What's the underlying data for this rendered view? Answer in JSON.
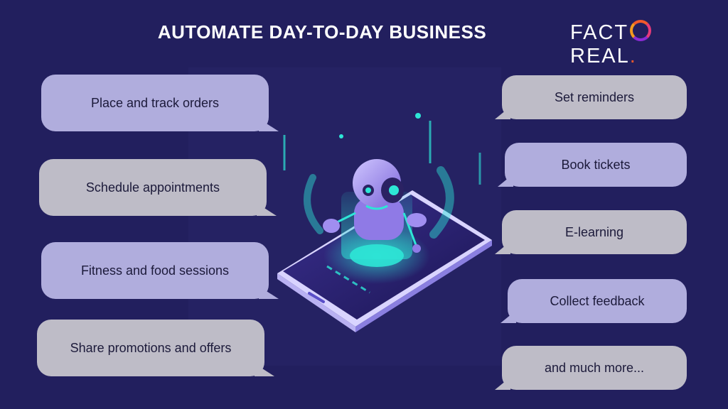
{
  "title": "AUTOMATE DAY-TO-DAY BUSINESS",
  "logo": {
    "text_before": "FACT",
    "text_after": "REAL",
    "dot": "."
  },
  "left_items": [
    "Place and track orders",
    "Schedule appointments",
    "Fitness and food sessions",
    "Share promotions and offers"
  ],
  "right_items": [
    "Set reminders",
    "Book tickets",
    "E-learning",
    "Collect feedback",
    "and much more..."
  ],
  "colors": {
    "background": "#221f5e",
    "bubble_purple": "#b0addd",
    "bubble_gray": "#bebcc7",
    "accent_cyan": "#2ee6d6",
    "logo_orange": "#f25a2b"
  }
}
